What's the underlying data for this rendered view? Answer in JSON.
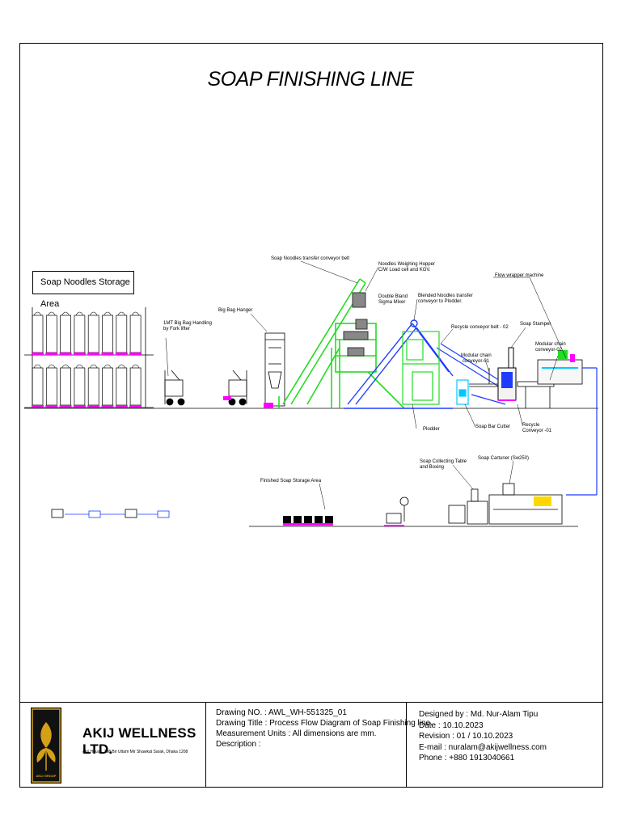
{
  "title": "SOAP FINISHING LINE",
  "storage_area_label": "Soap Noodles Storage Area",
  "labels": {
    "bag_handling": "1MT Big Bag Handling",
    "bag_handling_2": "by Fork lifter",
    "big_bag_hanger": "Big Bag Hanger",
    "noodles_conveyor": "Soap Noodles transfer conveyor belt",
    "weighing_hopper": "Noodles Weighing Hopper",
    "weighing_hopper_2": "C/W Load cell and KGV.",
    "sigma_mixer": "Double Bland",
    "sigma_mixer_2": "Sigma Mixer",
    "blended_conveyor": "Blended Noodles transfer",
    "blended_conveyor_2": "conveyor to Plodder.",
    "recycle_belt": "Recycle conveyor belt - 02",
    "flow_wrapper": "Flow wrapper machine",
    "soap_stamper": "Soap Stamper",
    "modular_chain_02": "Modular chain",
    "modular_chain_02b": "conveyor-02",
    "modular_chain_01": "Modular chain",
    "modular_chain_01b": "conveyor-01",
    "plodder": "Plodder",
    "bar_cutter": "Soap Bar Cutter",
    "recycle_01": "Recycle",
    "recycle_01b": "Conveyor -01",
    "collecting_table": "Soap Collecting Table",
    "collecting_table_2": "and Boxing",
    "cartoner": "Soap Cartuner (Sw250)",
    "finished_storage": "Finished Soap Storage Area"
  },
  "colors": {
    "green": "#22dd22",
    "blue": "#1e3cff",
    "magenta": "#ff00ff",
    "cyan": "#00c8ff",
    "line": "#000000"
  },
  "company": {
    "name": "AKIJ WELLNESS LTD.",
    "address": "Akij House, 198 Bir Uttam Mir Shawkat Sarak, Dhaka 1208",
    "group": "AKIJ GROUP"
  },
  "drawing": {
    "number": "Drawing NO. : AWL_WH-551325_01",
    "title": "Drawing Title : Process Flow Diagram of Soap Finishing line.",
    "units": "Measurement Units : All dimensions are mm.",
    "description": "Description :"
  },
  "designer": {
    "designed_by": "Designed by : Md. Nur-Alam Tipu",
    "date": "Date : 10.10.2023",
    "revision": "Revision : 01 / 10.10.2023",
    "email": "E-mail : nuralam@akijwellness.com",
    "phone": "Phone : +880 1913040661"
  }
}
